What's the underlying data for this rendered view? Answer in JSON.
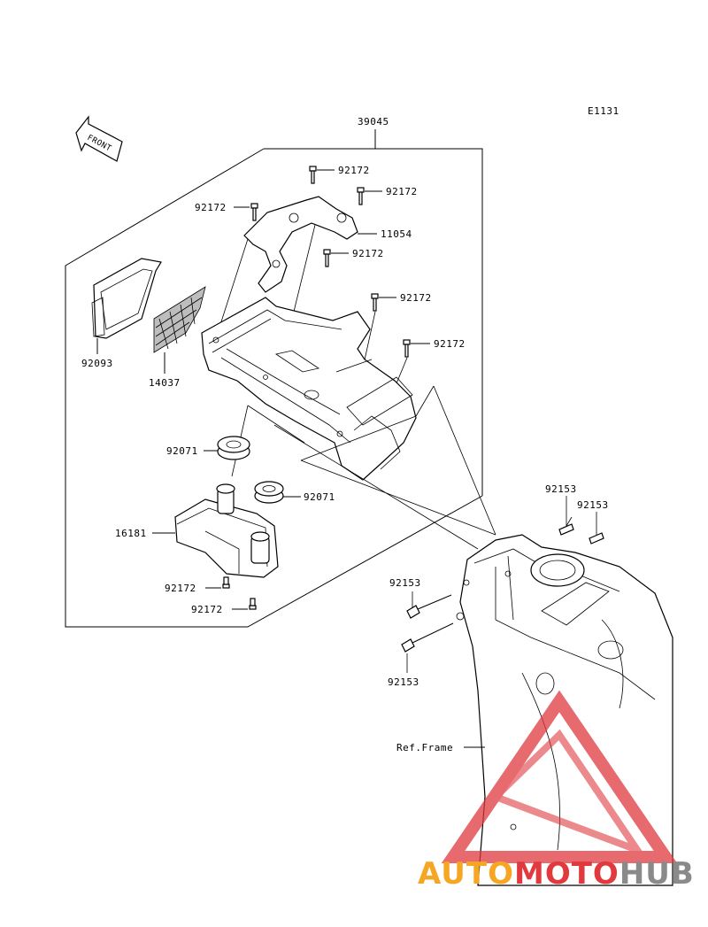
{
  "diagram_code": "E1131",
  "front_label": "FRONT",
  "callouts": {
    "assembly": "39045",
    "bolt_top": "92172",
    "bolt_top_right": "92172",
    "bolt_left": "92172",
    "bracket": "11054",
    "bolt_mid": "92172",
    "bolt_center": "92172",
    "bolt_right": "92172",
    "seal": "92093",
    "screen": "14037",
    "grommet_upper": "92071",
    "grommet_lower": "92071",
    "reservoir": "16181",
    "bolt_res_1": "92172",
    "bolt_res_2": "92172",
    "frame_bolt_1": "92153",
    "frame_bolt_2": "92153",
    "frame_bolt_3": "92153",
    "frame_bolt_4": "92153",
    "ref_frame": "Ref.Frame"
  },
  "watermark": {
    "part1": "AUTO",
    "part2": "MOTO",
    "part3": "HUB",
    "color_orange": "#f5a623",
    "color_red": "#e0393e",
    "color_gray": "#8a8a8a"
  }
}
